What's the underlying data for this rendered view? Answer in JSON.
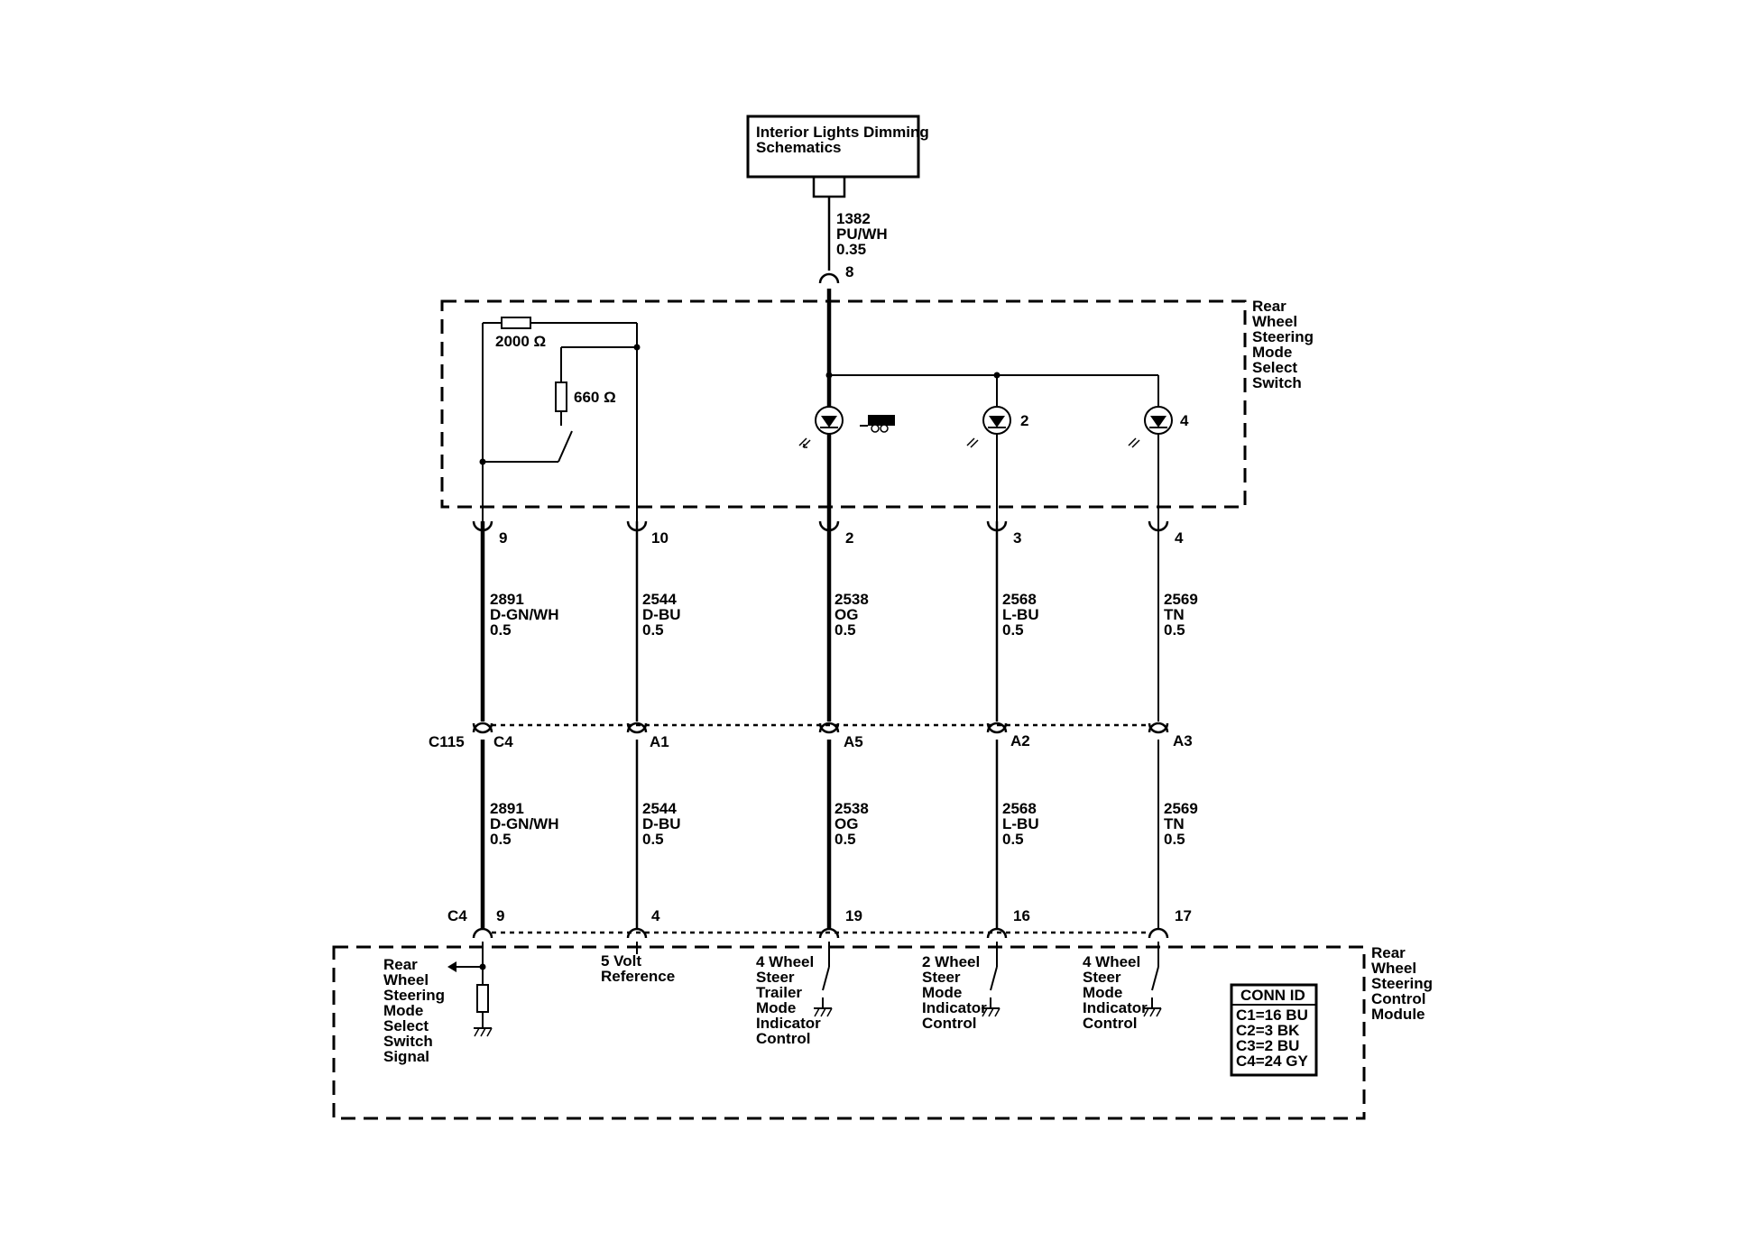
{
  "ref_box": {
    "line1": "Interior Lights Dimming",
    "line2": "Schematics"
  },
  "top_wire": {
    "circuit": "1382",
    "color": "PU/WH",
    "gauge": "0.35",
    "pin": "8"
  },
  "switch_module": {
    "name_lines": [
      "Rear",
      "Wheel",
      "Steering",
      "Mode",
      "Select",
      "Switch"
    ],
    "resistor_1": "2000 Ω",
    "resistor_2": "660 Ω",
    "led_labels": [
      "2",
      "4"
    ],
    "trailer_icon": "trailer-icon"
  },
  "switch_pins": [
    "9",
    "10",
    "2",
    "3",
    "4"
  ],
  "wires_upper": [
    {
      "circuit": "2891",
      "color": "D-GN/WH",
      "gauge": "0.5"
    },
    {
      "circuit": "2544",
      "color": "D-BU",
      "gauge": "0.5"
    },
    {
      "circuit": "2538",
      "color": "OG",
      "gauge": "0.5"
    },
    {
      "circuit": "2568",
      "color": "L-BU",
      "gauge": "0.5"
    },
    {
      "circuit": "2569",
      "color": "TN",
      "gauge": "0.5"
    }
  ],
  "inline_connector": {
    "name": "C115",
    "pins": [
      "C4",
      "A1",
      "A5",
      "A2",
      "A3"
    ]
  },
  "wires_lower": [
    {
      "circuit": "2891",
      "color": "D-GN/WH",
      "gauge": "0.5"
    },
    {
      "circuit": "2544",
      "color": "D-BU",
      "gauge": "0.5"
    },
    {
      "circuit": "2538",
      "color": "OG",
      "gauge": "0.5"
    },
    {
      "circuit": "2568",
      "color": "L-BU",
      "gauge": "0.5"
    },
    {
      "circuit": "2569",
      "color": "TN",
      "gauge": "0.5"
    }
  ],
  "module_connector": {
    "name": "C4",
    "pins": [
      "9",
      "4",
      "19",
      "16",
      "17"
    ]
  },
  "control_module": {
    "name_lines": [
      "Rear",
      "Wheel",
      "Steering",
      "Control",
      "Module"
    ],
    "signal_labels": [
      [
        "Rear",
        "Wheel",
        "Steering",
        "Mode",
        "Select",
        "Switch",
        "Signal"
      ],
      [
        "5 Volt",
        "Reference"
      ],
      [
        "4 Wheel",
        "Steer",
        "Trailer",
        "Mode",
        "Indicator",
        "Control"
      ],
      [
        "2 Wheel",
        "Steer",
        "Mode",
        "Indicator",
        "Control"
      ],
      [
        "4 Wheel",
        "Steer",
        "Mode",
        "Indicator",
        "Control"
      ]
    ],
    "conn_id": {
      "title": "CONN ID",
      "rows": [
        "C1=16 BU",
        "C2=3 BK",
        "C3=2 BU",
        "C4=24 GY"
      ]
    }
  }
}
